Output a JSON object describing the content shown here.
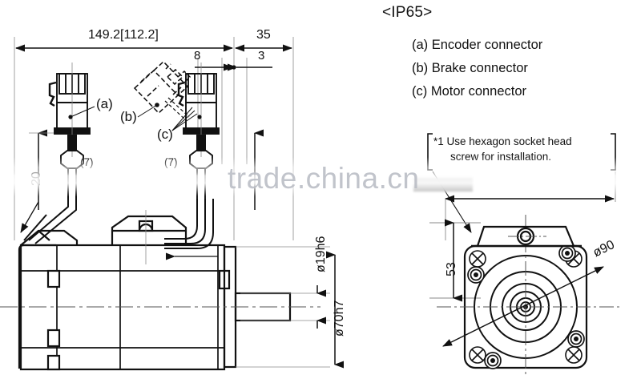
{
  "drawing": {
    "title": "Servo motor outline dimension drawing",
    "legend": {
      "heading": "<IP65>",
      "items": [
        "(a) Encoder connector",
        "(b) Brake connector",
        "(c) Motor connector"
      ]
    },
    "note": {
      "line1": "*1 Use hexagon socket head",
      "line2": "screw for installation."
    },
    "side_view": {
      "dimensions": {
        "overall_length": "149.2[112.2]",
        "flange_length": "35",
        "connector_offset": "8",
        "step": "3",
        "cable_height": "20",
        "shaft_diameter": "ø19h6",
        "pilot_diameter": "ø70h7"
      },
      "callouts": {
        "encoder": "(a)",
        "brake": "(b)",
        "motor": "(c)",
        "cable_len_left": "(7)",
        "cable_len_right": "(7)"
      }
    },
    "front_view": {
      "dimensions": {
        "box_height": "53",
        "flange_diameter": "ø90"
      }
    },
    "watermark": "trade.china.cn"
  }
}
